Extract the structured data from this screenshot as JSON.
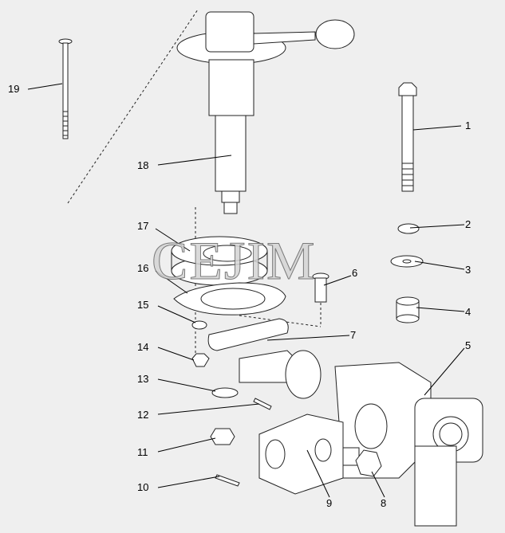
{
  "watermark": "CEJIM",
  "parts": [
    {
      "num": "1",
      "name": "bolt"
    },
    {
      "num": "2",
      "name": "spring-washer"
    },
    {
      "num": "3",
      "name": "flat-washer"
    },
    {
      "num": "4",
      "name": "bushing"
    },
    {
      "num": "5",
      "name": "valve-body"
    },
    {
      "num": "6",
      "name": "pin"
    },
    {
      "num": "7",
      "name": "lever"
    },
    {
      "num": "8",
      "name": "plug"
    },
    {
      "num": "9",
      "name": "adapter-block"
    },
    {
      "num": "10",
      "name": "cotter-pin"
    },
    {
      "num": "11",
      "name": "castle-nut"
    },
    {
      "num": "12",
      "name": "cotter-pin"
    },
    {
      "num": "13",
      "name": "washer"
    },
    {
      "num": "14",
      "name": "nut"
    },
    {
      "num": "15",
      "name": "spring-washer"
    },
    {
      "num": "16",
      "name": "gasket"
    },
    {
      "num": "17",
      "name": "spacer-flange"
    },
    {
      "num": "18",
      "name": "control-handle-assembly"
    },
    {
      "num": "19",
      "name": "screw"
    }
  ]
}
